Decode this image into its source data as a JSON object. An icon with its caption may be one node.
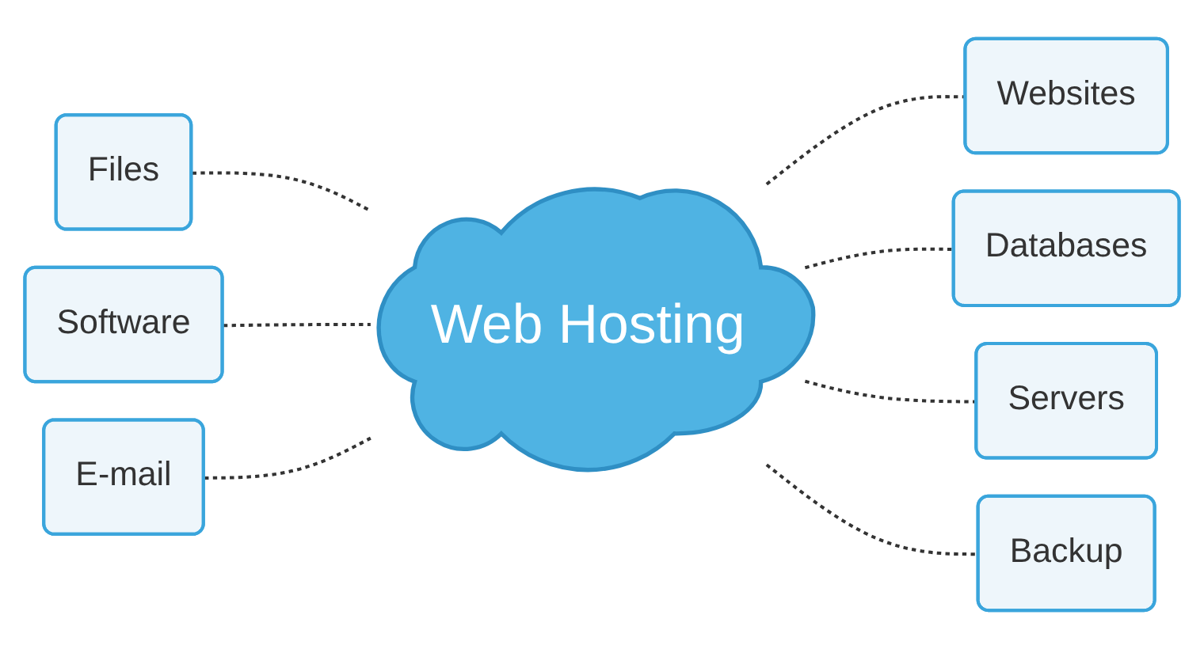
{
  "diagram": {
    "nodes": [
      {
        "text": [
          "Web Hosting"
        ]
      },
      {
        "text": [
          "Files"
        ]
      },
      {
        "text": [
          "Websites"
        ]
      },
      {
        "text": [
          "Databases"
        ]
      },
      {
        "text": [
          "Software"
        ]
      },
      {
        "text": [
          "Servers"
        ]
      },
      {
        "text": [
          "E-mail"
        ]
      },
      {
        "text": [
          "Backup"
        ]
      }
    ],
    "edges": [
      {
        "from": 1,
        "to": 0,
        "arrow": "none",
        "style": "dashed"
      },
      {
        "from": 0,
        "to": 2,
        "arrow": "none",
        "style": "dashed"
      },
      {
        "from": 0,
        "to": 3,
        "arrow": "none",
        "style": "dashed"
      },
      {
        "from": 4,
        "to": 0,
        "arrow": "none",
        "style": "dashed"
      },
      {
        "from": 0,
        "to": 5,
        "arrow": "none",
        "style": "dashed"
      },
      {
        "from": 6,
        "to": 0,
        "arrow": "none",
        "style": "dashed"
      },
      {
        "from": 0,
        "to": 7,
        "arrow": "none",
        "style": "dashed"
      }
    ]
  }
}
